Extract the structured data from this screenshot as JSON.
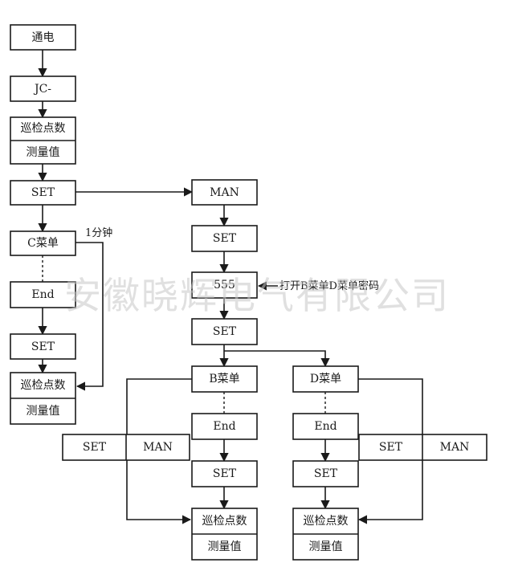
{
  "watermark": "安徽晓辉电气有限公司",
  "labels": {
    "power_on": "通电",
    "jc": "JC-",
    "patrol_points": "巡检点数",
    "measured_value": "测量值",
    "set": "SET",
    "man": "MAN",
    "c_menu": "C菜单",
    "b_menu": "B菜单",
    "d_menu": "D菜单",
    "end": "End",
    "code_555": "555"
  },
  "notes": {
    "one_minute": "1分钟",
    "open_menus": "打开B菜单D菜单密码"
  }
}
